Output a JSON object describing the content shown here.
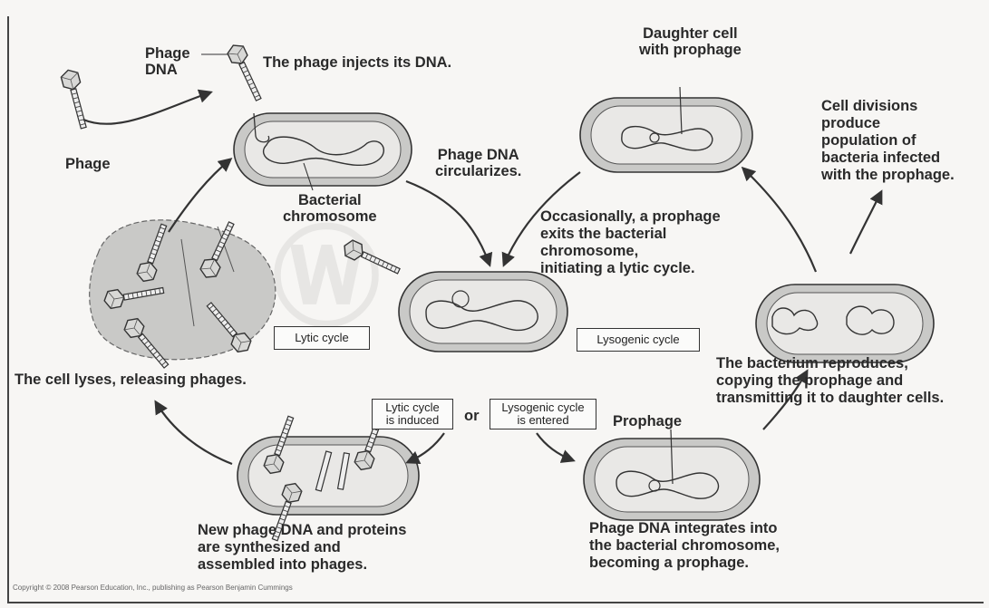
{
  "labels": {
    "phage": "Phage",
    "phage_dna": "Phage\nDNA",
    "inject": "The phage injects its DNA.",
    "daughter_cell": "Daughter cell\nwith prophage",
    "cell_divisions": "Cell divisions\nproduce\npopulation of\nbacteria infected\nwith the prophage.",
    "circularizes": "Phage DNA\ncircularizes.",
    "bacterial_chromosome": "Bacterial\nchromosome",
    "occasionally": "Occasionally, a prophage\nexits the bacterial\nchromosome,\ninitiating a lytic cycle.",
    "cell_lyses": "The cell lyses, releasing phages.",
    "bacterium_reproduces": "The bacterium reproduces,\ncopying the prophage and\ntransmitting it to daughter cells.",
    "or": "or",
    "prophage": "Prophage",
    "new_phage_dna": "New phage DNA and proteins\nare synthesized and\nassembled into phages.",
    "integrates": "Phage DNA integrates into\nthe bacterial chromosome,\nbecoming a prophage."
  },
  "boxes": {
    "lytic_cycle": "Lytic cycle",
    "lysogenic_cycle": "Lysogenic cycle",
    "lytic_induced": "Lytic cycle\nis induced",
    "lysogenic_entered": "Lysogenic cycle\nis entered"
  },
  "copyright": "Copyright © 2008 Pearson Education, Inc., publishing as Pearson Benjamin Cummings",
  "colors": {
    "cell_fill": "#c9c9c7",
    "cell_inner": "#e9e8e6",
    "stroke": "#333333",
    "text": "#2a2a2a"
  }
}
